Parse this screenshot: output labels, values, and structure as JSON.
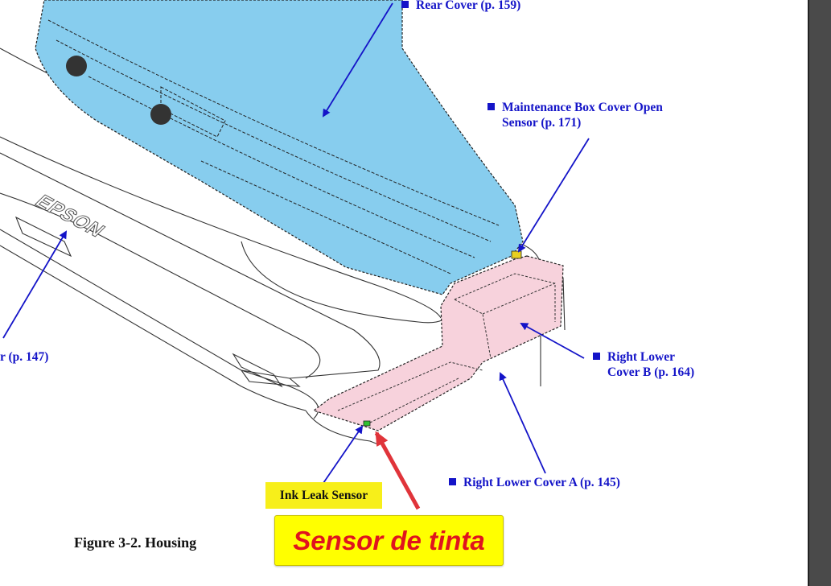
{
  "diagram": {
    "brand_text": "EPSON",
    "callouts": {
      "rear_cover": "Rear Cover (p. 159)",
      "maintenance_line1": "Maintenance Box Cover Open",
      "maintenance_line2": "Sensor (p. 171)",
      "left_partial": "r (p. 147)",
      "right_lower_b_line1": "Right Lower",
      "right_lower_b_line2": "Cover B (p. 164)",
      "right_lower_a": "Right Lower Cover A (p. 145)"
    },
    "ink_leak_label": "Ink Leak Sensor",
    "sensor_annotation": "Sensor de tinta",
    "figure_caption": "Figure 3-2.  Housing"
  },
  "colors": {
    "rear_cover_fill": "#87cdee",
    "right_lower_fill": "#f7d2dc",
    "callout_text": "#1414c8",
    "red_arrow": "#e0343a",
    "label_yellow": "#ffff00"
  }
}
